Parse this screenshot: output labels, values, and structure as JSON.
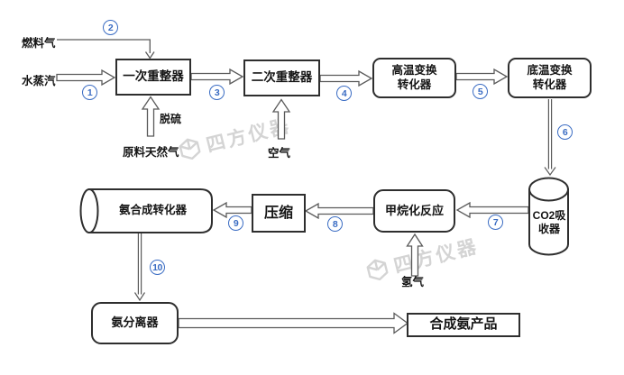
{
  "watermark": {
    "text": "四方仪器",
    "logo_icon": "sifang-cube-logo"
  },
  "colors": {
    "background": "#ffffff",
    "box_border": "#2e2e2e",
    "arrow_line": "#5a5a5a",
    "step_number_blue": "#3a6cc3",
    "watermark_gray": "#d4d4d4",
    "text": "#141414"
  },
  "nodes": {
    "primary_reformer": {
      "label": "一次重整器"
    },
    "secondary_reformer": {
      "label": "二次重整器"
    },
    "ht_shift_converter": {
      "line1": "高温变换",
      "line2": "转化器"
    },
    "lt_shift_converter": {
      "line1": "底温变换",
      "line2": "转化器"
    },
    "co2_absorber": {
      "line1": "CO2吸",
      "line2": "收器"
    },
    "methanation": {
      "label": "甲烷化反应"
    },
    "compression": {
      "label": "压缩"
    },
    "ammonia_converter": {
      "label": "氨合成转化器"
    },
    "ammonia_separator": {
      "label": "氨分离器"
    },
    "product": {
      "label": "合成氨产品"
    }
  },
  "streams": {
    "fuel_gas": "燃料气",
    "steam": "水蒸汽",
    "desulfurization": "脱硫",
    "raw_natural_gas": "原料天然气",
    "air": "空气",
    "hydrogen": "氢气"
  },
  "steps": [
    "1",
    "2",
    "3",
    "4",
    "5",
    "6",
    "7",
    "8",
    "9",
    "10"
  ]
}
